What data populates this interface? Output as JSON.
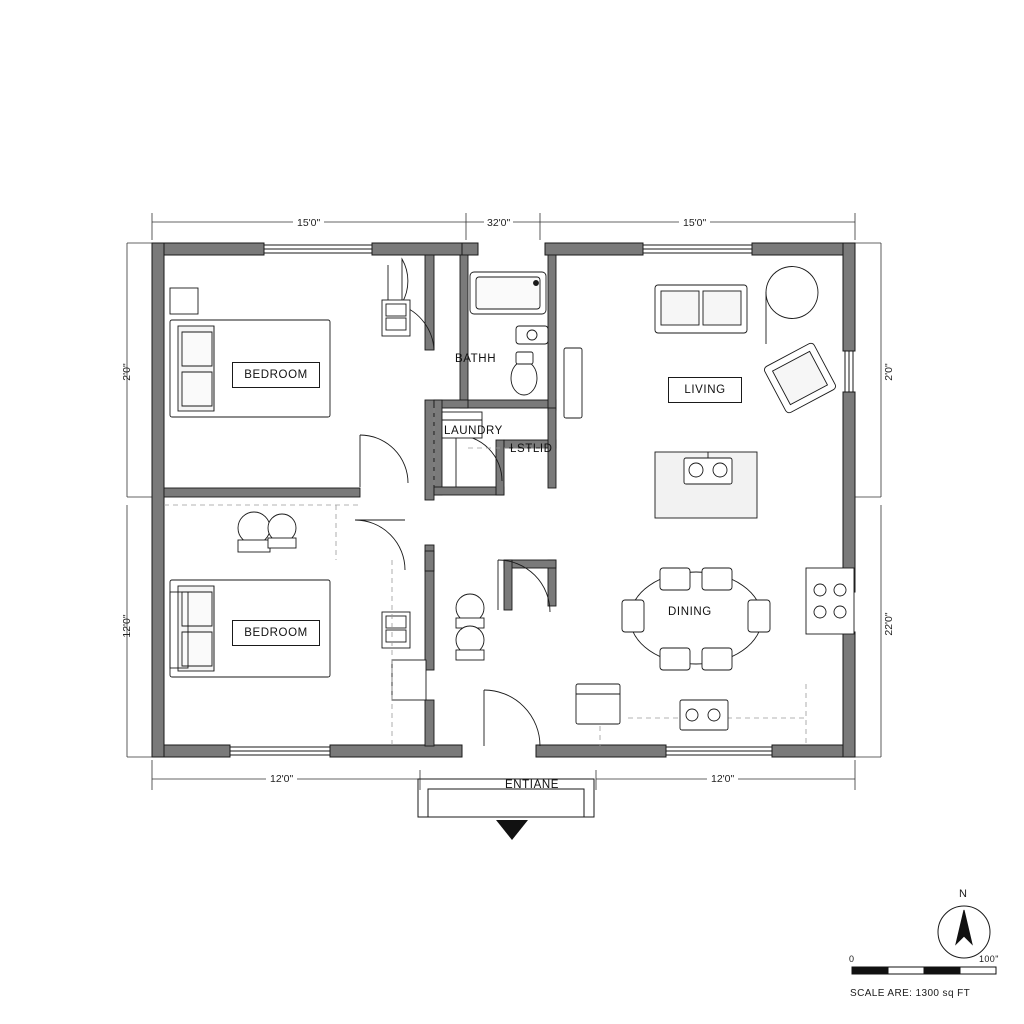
{
  "drawing": {
    "title_note": "SCALE ARE: 1300 sq FT",
    "north_label": "N",
    "scale_bar": {
      "left_label": "0",
      "right_label": "100\""
    }
  },
  "rooms": [
    {
      "key": "bedroom_top",
      "label": "BEDROOM"
    },
    {
      "key": "bedroom_bottom",
      "label": "BEDROOM"
    },
    {
      "key": "bath",
      "label": "BATHH"
    },
    {
      "key": "laundry",
      "label": "LAUNDRY"
    },
    {
      "key": "closet",
      "label": "LSTLID"
    },
    {
      "key": "living",
      "label": "LIVING"
    },
    {
      "key": "dining",
      "label": "DINING"
    },
    {
      "key": "entrance",
      "label": "ENTIANE"
    }
  ],
  "dimensions": {
    "top": [
      {
        "key": "top_left",
        "text": "15'0\""
      },
      {
        "key": "top_mid",
        "text": "32'0\""
      },
      {
        "key": "top_right",
        "text": "15'0\""
      }
    ],
    "bottom": [
      {
        "key": "bottom_left",
        "text": "12'0\""
      },
      {
        "key": "bottom_right",
        "text": "12'0\""
      }
    ],
    "left": [
      {
        "key": "left_upper",
        "text": "2'0\""
      },
      {
        "key": "left_lower",
        "text": "12'0\""
      }
    ],
    "right": [
      {
        "key": "right_upper",
        "text": "2'0\""
      },
      {
        "key": "right_lower",
        "text": "22'0\""
      }
    ]
  },
  "colors": {
    "wall": "#7a7a7a",
    "line": "#1a1a1a",
    "thin": "#555555",
    "dashed": "#9a9a9a",
    "fill_light": "#f2f2f2",
    "bg": "#ffffff"
  }
}
